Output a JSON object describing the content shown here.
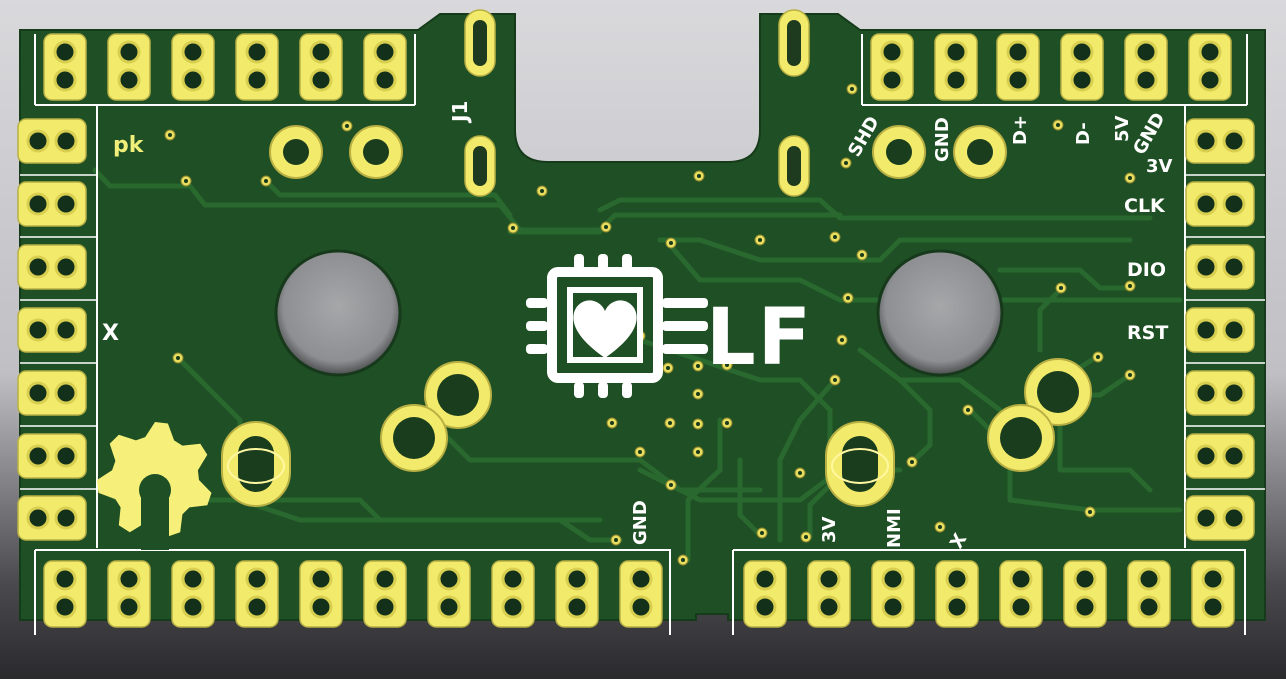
{
  "board": {
    "colors": {
      "solder_mask": "#1f4f24",
      "trace": "#2a6a2f",
      "pad_gold": "#f2ea6a",
      "silkscreen": "#ffffff",
      "logo_yellow": "#f6f07a",
      "mounting_hole": "#8f9092"
    },
    "labels": {
      "connector_ref": "J1",
      "initials": "pk",
      "top_right": [
        "SHD",
        "GND",
        "D+",
        "D-",
        "5V",
        "GND"
      ],
      "right_side": [
        "3V",
        "CLK",
        "DIO",
        "RST"
      ],
      "left_x": "X",
      "bottom_gnd": "GND",
      "bottom": [
        "3V",
        "NMI",
        "X"
      ],
      "logo_text": "LF"
    },
    "icons": {
      "logo": "chip-heart-icon",
      "oshw": "open-hardware-gear-icon"
    }
  }
}
